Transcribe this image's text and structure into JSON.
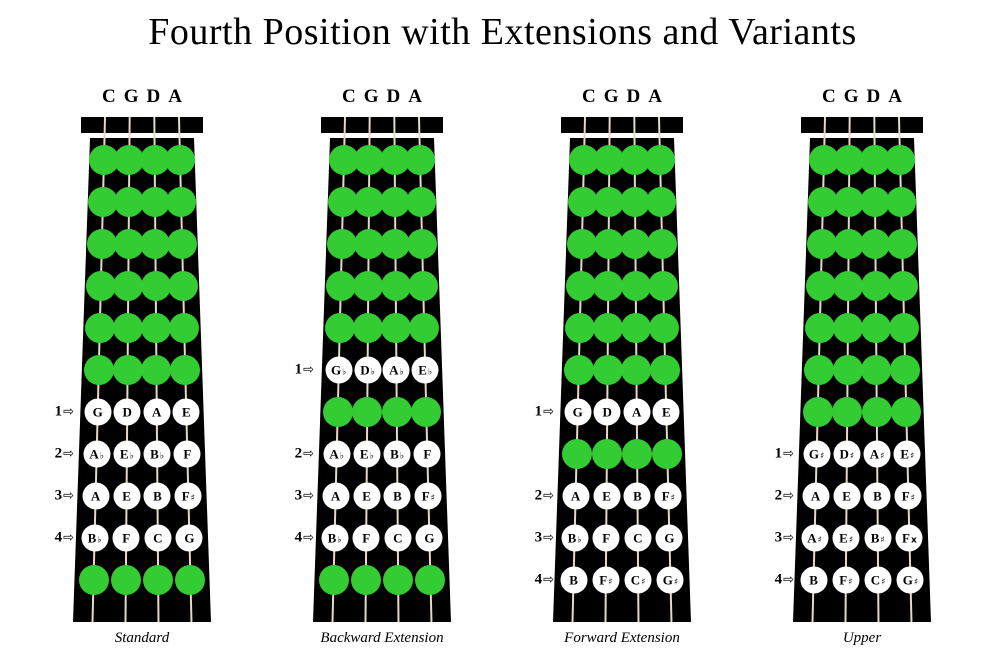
{
  "title": "Fourth Position with Extensions and Variants",
  "ui": {
    "finger_arrow": "⇨"
  },
  "colors": {
    "board": "#000000",
    "string": "#e3d9c4",
    "open_dot": "#33cc33",
    "note_dot": "#ffffff"
  },
  "diagrams": [
    {
      "caption": "Standard",
      "strings": [
        "C",
        "G",
        "D",
        "A"
      ],
      "rows": [
        {
          "type": "green"
        },
        {
          "type": "green"
        },
        {
          "type": "green"
        },
        {
          "type": "green"
        },
        {
          "type": "green"
        },
        {
          "type": "green"
        },
        {
          "type": "notes",
          "finger": "1",
          "notes": [
            {
              "letter": "G",
              "acc": ""
            },
            {
              "letter": "D",
              "acc": ""
            },
            {
              "letter": "A",
              "acc": ""
            },
            {
              "letter": "E",
              "acc": ""
            }
          ]
        },
        {
          "type": "notes",
          "finger": "2",
          "notes": [
            {
              "letter": "A",
              "acc": "♭"
            },
            {
              "letter": "E",
              "acc": "♭"
            },
            {
              "letter": "B",
              "acc": "♭"
            },
            {
              "letter": "F",
              "acc": ""
            }
          ]
        },
        {
          "type": "notes",
          "finger": "3",
          "notes": [
            {
              "letter": "A",
              "acc": ""
            },
            {
              "letter": "E",
              "acc": ""
            },
            {
              "letter": "B",
              "acc": ""
            },
            {
              "letter": "F",
              "acc": "♯"
            }
          ]
        },
        {
          "type": "notes",
          "finger": "4",
          "notes": [
            {
              "letter": "B",
              "acc": "♭"
            },
            {
              "letter": "F",
              "acc": ""
            },
            {
              "letter": "C",
              "acc": ""
            },
            {
              "letter": "G",
              "acc": ""
            }
          ]
        },
        {
          "type": "green"
        }
      ]
    },
    {
      "caption": "Backward Extension",
      "strings": [
        "C",
        "G",
        "D",
        "A"
      ],
      "rows": [
        {
          "type": "green"
        },
        {
          "type": "green"
        },
        {
          "type": "green"
        },
        {
          "type": "green"
        },
        {
          "type": "green"
        },
        {
          "type": "notes",
          "finger": "1",
          "notes": [
            {
              "letter": "G",
              "acc": "♭"
            },
            {
              "letter": "D",
              "acc": "♭"
            },
            {
              "letter": "A",
              "acc": "♭"
            },
            {
              "letter": "E",
              "acc": "♭"
            }
          ]
        },
        {
          "type": "green"
        },
        {
          "type": "notes",
          "finger": "2",
          "notes": [
            {
              "letter": "A",
              "acc": "♭"
            },
            {
              "letter": "E",
              "acc": "♭"
            },
            {
              "letter": "B",
              "acc": "♭"
            },
            {
              "letter": "F",
              "acc": ""
            }
          ]
        },
        {
          "type": "notes",
          "finger": "3",
          "notes": [
            {
              "letter": "A",
              "acc": ""
            },
            {
              "letter": "E",
              "acc": ""
            },
            {
              "letter": "B",
              "acc": ""
            },
            {
              "letter": "F",
              "acc": "♯"
            }
          ]
        },
        {
          "type": "notes",
          "finger": "4",
          "notes": [
            {
              "letter": "B",
              "acc": "♭"
            },
            {
              "letter": "F",
              "acc": ""
            },
            {
              "letter": "C",
              "acc": ""
            },
            {
              "letter": "G",
              "acc": ""
            }
          ]
        },
        {
          "type": "green"
        }
      ]
    },
    {
      "caption": "Forward Extension",
      "strings": [
        "C",
        "G",
        "D",
        "A"
      ],
      "rows": [
        {
          "type": "green"
        },
        {
          "type": "green"
        },
        {
          "type": "green"
        },
        {
          "type": "green"
        },
        {
          "type": "green"
        },
        {
          "type": "green"
        },
        {
          "type": "notes",
          "finger": "1",
          "notes": [
            {
              "letter": "G",
              "acc": ""
            },
            {
              "letter": "D",
              "acc": ""
            },
            {
              "letter": "A",
              "acc": ""
            },
            {
              "letter": "E",
              "acc": ""
            }
          ]
        },
        {
          "type": "green"
        },
        {
          "type": "notes",
          "finger": "2",
          "notes": [
            {
              "letter": "A",
              "acc": ""
            },
            {
              "letter": "E",
              "acc": ""
            },
            {
              "letter": "B",
              "acc": ""
            },
            {
              "letter": "F",
              "acc": "♯"
            }
          ]
        },
        {
          "type": "notes",
          "finger": "3",
          "notes": [
            {
              "letter": "B",
              "acc": "♭"
            },
            {
              "letter": "F",
              "acc": ""
            },
            {
              "letter": "C",
              "acc": ""
            },
            {
              "letter": "G",
              "acc": ""
            }
          ]
        },
        {
          "type": "notes",
          "finger": "4",
          "notes": [
            {
              "letter": "B",
              "acc": ""
            },
            {
              "letter": "F",
              "acc": "♯"
            },
            {
              "letter": "C",
              "acc": "♯"
            },
            {
              "letter": "G",
              "acc": "♯"
            }
          ]
        }
      ]
    },
    {
      "caption": "Upper",
      "strings": [
        "C",
        "G",
        "D",
        "A"
      ],
      "rows": [
        {
          "type": "green"
        },
        {
          "type": "green"
        },
        {
          "type": "green"
        },
        {
          "type": "green"
        },
        {
          "type": "green"
        },
        {
          "type": "green"
        },
        {
          "type": "green"
        },
        {
          "type": "notes",
          "finger": "1",
          "notes": [
            {
              "letter": "G",
              "acc": "♯"
            },
            {
              "letter": "D",
              "acc": "♯"
            },
            {
              "letter": "A",
              "acc": "♯"
            },
            {
              "letter": "E",
              "acc": "♯"
            }
          ]
        },
        {
          "type": "notes",
          "finger": "2",
          "notes": [
            {
              "letter": "A",
              "acc": ""
            },
            {
              "letter": "E",
              "acc": ""
            },
            {
              "letter": "B",
              "acc": ""
            },
            {
              "letter": "F",
              "acc": "♯"
            }
          ]
        },
        {
          "type": "notes",
          "finger": "3",
          "notes": [
            {
              "letter": "A",
              "acc": "♯"
            },
            {
              "letter": "E",
              "acc": "♯"
            },
            {
              "letter": "B",
              "acc": "♯"
            },
            {
              "letter": "F",
              "acc": "x"
            }
          ]
        },
        {
          "type": "notes",
          "finger": "4",
          "notes": [
            {
              "letter": "B",
              "acc": ""
            },
            {
              "letter": "F",
              "acc": "♯"
            },
            {
              "letter": "C",
              "acc": "♯"
            },
            {
              "letter": "G",
              "acc": "♯"
            }
          ]
        }
      ]
    }
  ]
}
